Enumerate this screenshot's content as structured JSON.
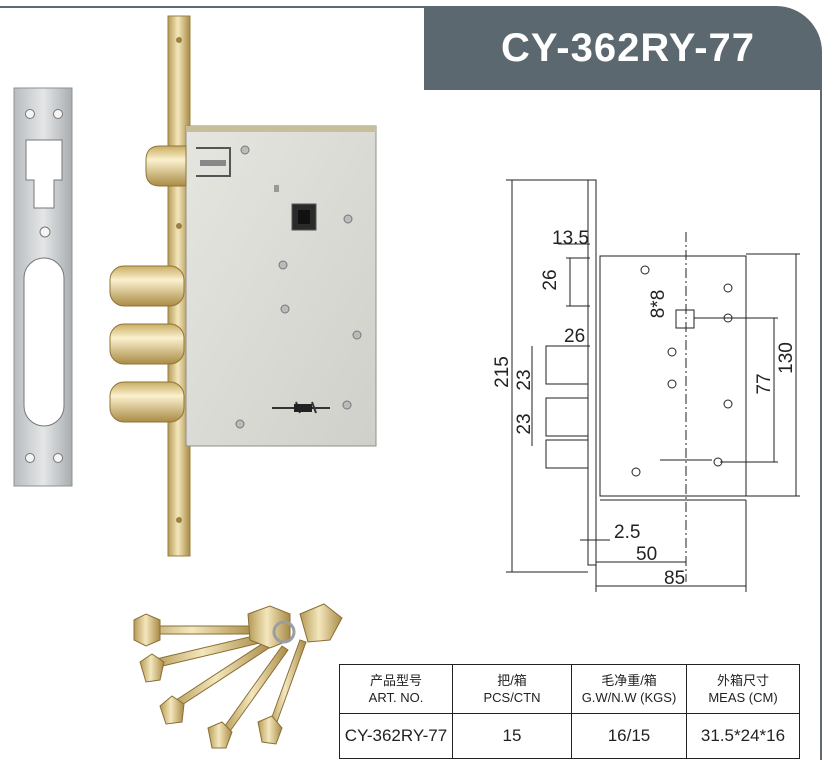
{
  "title": "CY-362RY-77",
  "drawing": {
    "dims": {
      "d13_5": "13.5",
      "d26a": "26",
      "d8x8": "8*8",
      "d26b": "26",
      "d215": "215",
      "d23a": "23",
      "d23b": "23",
      "d130": "130",
      "d77": "77",
      "d2_5": "2.5",
      "d50": "50",
      "d85": "85"
    }
  },
  "table": {
    "headers": [
      {
        "cn": "产品型号",
        "en": "ART. NO."
      },
      {
        "cn": "把/箱",
        "en": "PCS/CTN"
      },
      {
        "cn": "毛净重/箱",
        "en": "G.W/N.W (KGS)"
      },
      {
        "cn": "外箱尺寸",
        "en": "MEAS (CM)"
      }
    ],
    "row": [
      "CY-362RY-77",
      "15",
      "16/15",
      "31.5*24*16"
    ]
  },
  "colors": {
    "title_bg": "#5c6870",
    "brass": "#d9c48a",
    "steel": "#c9cdd0",
    "lock_case": "#dedfd9"
  }
}
